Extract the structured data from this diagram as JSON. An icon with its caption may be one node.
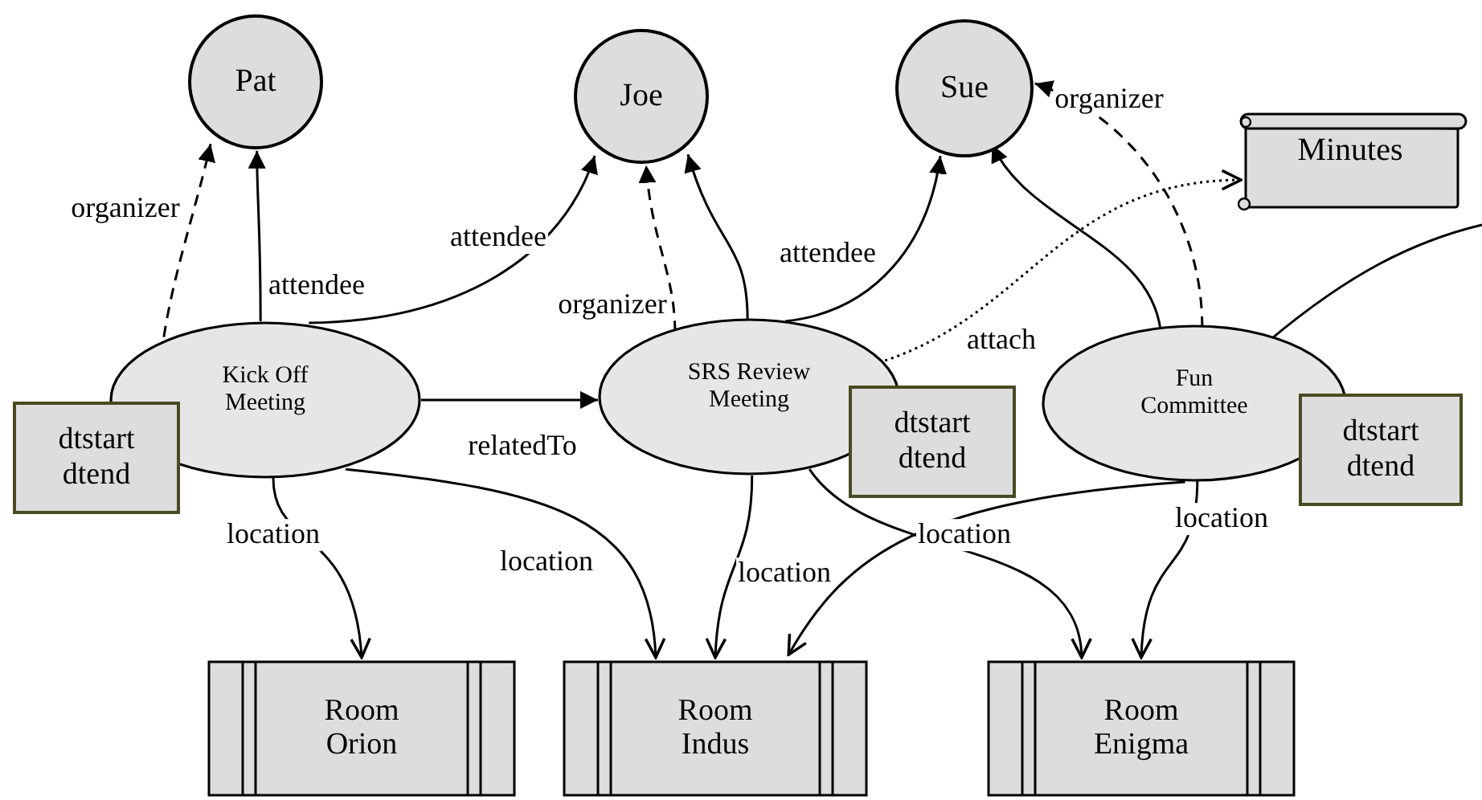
{
  "diagram": {
    "nodes": [
      {
        "text": [
          "Pat"
        ]
      },
      {
        "text": [
          "Joe"
        ]
      },
      {
        "text": [
          "Sue"
        ]
      },
      {
        "text": [
          "Minutes"
        ]
      },
      {
        "text": [
          "Kick Off Meeting"
        ]
      },
      {
        "text": [
          "dtstart dtend"
        ]
      },
      {
        "text": [
          "SRS Review Meeting"
        ]
      },
      {
        "text": [
          "dtstart dtend"
        ]
      },
      {
        "text": [
          "Fun Committee"
        ]
      },
      {
        "text": [
          "dtstart dtend"
        ]
      },
      {
        "text": [
          "Room Orion"
        ]
      },
      {
        "text": [
          "Room Indus"
        ]
      },
      {
        "text": [
          "Room Enigma"
        ]
      }
    ],
    "edges": [
      {
        "from": 4,
        "to": 0,
        "arrow": "to",
        "label": "organizer",
        "style": "dashed"
      },
      {
        "from": 4,
        "to": 0,
        "arrow": "to",
        "label": "attendee"
      },
      {
        "from": 4,
        "to": 1,
        "arrow": "to",
        "label": "attendee"
      },
      {
        "from": 6,
        "to": 1,
        "arrow": "to",
        "label": "organizer",
        "style": "dashed"
      },
      {
        "from": 6,
        "to": 1,
        "arrow": "to"
      },
      {
        "from": 6,
        "to": 2,
        "arrow": "to",
        "label": "attendee"
      },
      {
        "from": 8,
        "to": 2,
        "arrow": "to"
      },
      {
        "from": 8,
        "to": 2,
        "arrow": "to",
        "label": "organizer",
        "style": "dashed"
      },
      {
        "from": 6,
        "to": 3,
        "arrow": "to",
        "label": "attach",
        "style": "dashed"
      },
      {
        "from": 4,
        "to": 6,
        "arrow": "to",
        "label": "relatedTo"
      },
      {
        "from": 4,
        "to": 10,
        "arrow": "to",
        "label": "location"
      },
      {
        "from": 4,
        "to": 11,
        "arrow": "to",
        "label": "location"
      },
      {
        "from": 6,
        "to": 11,
        "arrow": "to",
        "label": "location"
      },
      {
        "from": 6,
        "to": 12,
        "arrow": "to"
      },
      {
        "from": 8,
        "to": 11,
        "arrow": "to",
        "label": "location"
      },
      {
        "from": 8,
        "to": 12,
        "arrow": "to",
        "label": "location"
      },
      {
        "from": 8,
        "to": null,
        "arrow": "none"
      }
    ]
  }
}
